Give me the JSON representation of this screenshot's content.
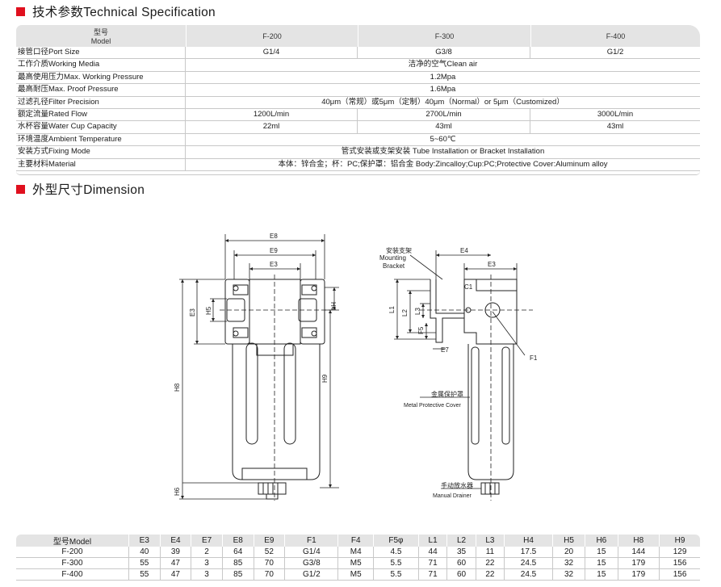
{
  "sections": {
    "spec_title": "技术参数Technical Specification",
    "dim_title": "外型尺寸Dimension"
  },
  "spec_table": {
    "header": {
      "label_cn": "型号",
      "label_en": "Model",
      "models": [
        "F-200",
        "F-300",
        "F-400"
      ]
    },
    "rows": [
      {
        "label": "接管口径Port Size",
        "values": [
          "G1/4",
          "G3/8",
          "G1/2"
        ]
      },
      {
        "label": "工作介质Working Media",
        "span": "洁净的空气Clean air"
      },
      {
        "label": "最高使用压力Max. Working Pressure",
        "span": "1.2Mpa"
      },
      {
        "label": "最高耐压Max. Proof Pressure",
        "span": "1.6Mpa"
      },
      {
        "label": "过滤孔径Filter Precision",
        "span": "40μm（常规）或5μm（定制）40μm（Normal）or 5μm（Customized）"
      },
      {
        "label": "额定流量Rated Flow",
        "values": [
          "1200L/min",
          "2700L/min",
          "3000L/min"
        ]
      },
      {
        "label": "水杯容量Water Cup Capacity",
        "values": [
          "22ml",
          "43ml",
          "43ml"
        ]
      },
      {
        "label": "环境温度Ambient Temperature",
        "span": "5~60℃"
      },
      {
        "label": "安装方式Fixing Mode",
        "span": "管式安装或支架安装 Tube Installation or Bracket Installation"
      },
      {
        "label": "主要材料Material",
        "span": "本体：锌合金；杯：PC;保护罩：铝合金 Body:Zincalloy;Cup:PC;Protective Cover:Aluminum alloy"
      }
    ]
  },
  "drawing": {
    "front": {
      "E8": "E8",
      "E9": "E9",
      "E3": "E3",
      "H4": "H4",
      "H5": "H5",
      "H8": "H8",
      "H9": "H9",
      "H6": "H6",
      "E3v": "E3"
    },
    "side": {
      "bracket_cn": "安装支架",
      "bracket_en1": "Mounting",
      "bracket_en2": "Bracket",
      "E4": "E4",
      "E3": "E3",
      "C1": "C1",
      "L1": "L1",
      "L2": "L2",
      "L3": "L3",
      "F5": "F5",
      "E7": "E7",
      "F1": "F1",
      "cover_cn": "金属保护罩",
      "cover_en": "Metal Protective Cover",
      "drain_cn": "手动放水器",
      "drain_en": "Manual Drainer"
    }
  },
  "dim_table": {
    "headers": [
      "型号Model",
      "E3",
      "E4",
      "E7",
      "E8",
      "E9",
      "F1",
      "F4",
      "F5φ",
      "L1",
      "L2",
      "L3",
      "H4",
      "H5",
      "H6",
      "H8",
      "H9"
    ],
    "rows": [
      [
        "F-200",
        "40",
        "39",
        "2",
        "64",
        "52",
        "G1/4",
        "M4",
        "4.5",
        "44",
        "35",
        "11",
        "17.5",
        "20",
        "15",
        "144",
        "129"
      ],
      [
        "F-300",
        "55",
        "47",
        "3",
        "85",
        "70",
        "G3/8",
        "M5",
        "5.5",
        "71",
        "60",
        "22",
        "24.5",
        "32",
        "15",
        "179",
        "156"
      ],
      [
        "F-400",
        "55",
        "47",
        "3",
        "85",
        "70",
        "G1/2",
        "M5",
        "5.5",
        "71",
        "60",
        "22",
        "24.5",
        "32",
        "15",
        "179",
        "156"
      ]
    ]
  }
}
